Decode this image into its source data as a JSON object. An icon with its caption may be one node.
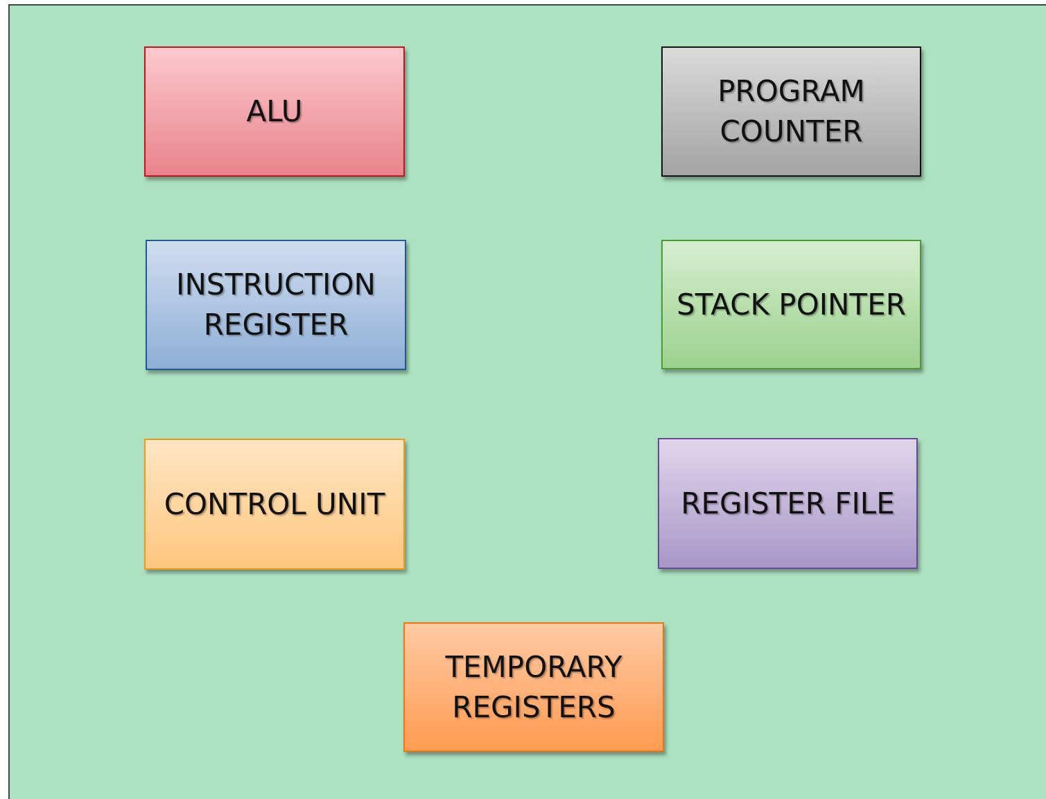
{
  "diagram": {
    "nodes": [
      {
        "text": [
          "ALU"
        ]
      },
      {
        "text": [
          "PROGRAM COUNTER"
        ]
      },
      {
        "text": [
          "INSTRUCTION REGISTER"
        ]
      },
      {
        "text": [
          "STACK POINTER"
        ]
      },
      {
        "text": [
          "CONTROL UNIT"
        ]
      },
      {
        "text": [
          "REGISTER FILE"
        ]
      },
      {
        "text": [
          "TEMPORARY REGISTERS"
        ]
      }
    ]
  }
}
